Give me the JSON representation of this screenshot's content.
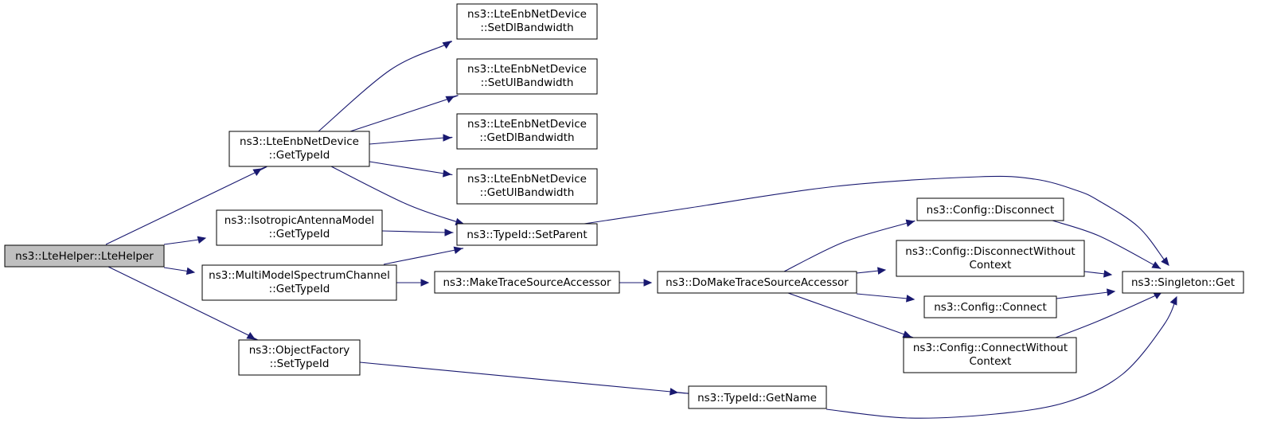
{
  "colors": {
    "edge": "#191970",
    "root_fill": "#bfbfbf",
    "node_fill": "#ffffff",
    "node_border": "#000000"
  },
  "nodes": {
    "lte_helper": {
      "lines": [
        "ns3::LteHelper::LteHelper"
      ]
    },
    "enb_get_typeid": {
      "lines": [
        "ns3::LteEnbNetDevice",
        "::GetTypeId"
      ]
    },
    "isotropic_get_typeid": {
      "lines": [
        "ns3::IsotropicAntennaModel",
        "::GetTypeId"
      ]
    },
    "multimodel_get_typeid": {
      "lines": [
        "ns3::MultiModelSpectrumChannel",
        "::GetTypeId"
      ]
    },
    "object_factory_set_typeid": {
      "lines": [
        "ns3::ObjectFactory",
        "::SetTypeId"
      ]
    },
    "set_dl_bandwidth": {
      "lines": [
        "ns3::LteEnbNetDevice",
        "::SetDlBandwidth"
      ]
    },
    "set_ul_bandwidth": {
      "lines": [
        "ns3::LteEnbNetDevice",
        "::SetUlBandwidth"
      ]
    },
    "get_dl_bandwidth": {
      "lines": [
        "ns3::LteEnbNetDevice",
        "::GetDlBandwidth"
      ]
    },
    "get_ul_bandwidth": {
      "lines": [
        "ns3::LteEnbNetDevice",
        "::GetUlBandwidth"
      ]
    },
    "typeid_set_parent": {
      "lines": [
        "ns3::TypeId::SetParent"
      ]
    },
    "make_trace_source_accessor": {
      "lines": [
        "ns3::MakeTraceSourceAccessor"
      ]
    },
    "do_make_trace_source_accessor": {
      "lines": [
        "ns3::DoMakeTraceSourceAccessor"
      ]
    },
    "typeid_get_name": {
      "lines": [
        "ns3::TypeId::GetName"
      ]
    },
    "config_disconnect": {
      "lines": [
        "ns3::Config::Disconnect"
      ]
    },
    "config_disconnect_without_context": {
      "lines": [
        "ns3::Config::DisconnectWithout",
        "Context"
      ]
    },
    "config_connect": {
      "lines": [
        "ns3::Config::Connect"
      ]
    },
    "config_connect_without_context": {
      "lines": [
        "ns3::Config::ConnectWithout",
        "Context"
      ]
    },
    "singleton_get": {
      "lines": [
        "ns3::Singleton::Get"
      ]
    }
  },
  "edges": [
    {
      "from": "lte_helper",
      "to": "enb_get_typeid"
    },
    {
      "from": "lte_helper",
      "to": "isotropic_get_typeid"
    },
    {
      "from": "lte_helper",
      "to": "multimodel_get_typeid"
    },
    {
      "from": "lte_helper",
      "to": "object_factory_set_typeid"
    },
    {
      "from": "enb_get_typeid",
      "to": "set_dl_bandwidth"
    },
    {
      "from": "enb_get_typeid",
      "to": "set_ul_bandwidth"
    },
    {
      "from": "enb_get_typeid",
      "to": "get_dl_bandwidth"
    },
    {
      "from": "enb_get_typeid",
      "to": "get_ul_bandwidth"
    },
    {
      "from": "enb_get_typeid",
      "to": "typeid_set_parent"
    },
    {
      "from": "isotropic_get_typeid",
      "to": "typeid_set_parent"
    },
    {
      "from": "multimodel_get_typeid",
      "to": "typeid_set_parent"
    },
    {
      "from": "multimodel_get_typeid",
      "to": "make_trace_source_accessor"
    },
    {
      "from": "make_trace_source_accessor",
      "to": "do_make_trace_source_accessor"
    },
    {
      "from": "do_make_trace_source_accessor",
      "to": "config_disconnect"
    },
    {
      "from": "do_make_trace_source_accessor",
      "to": "config_disconnect_without_context"
    },
    {
      "from": "do_make_trace_source_accessor",
      "to": "config_connect"
    },
    {
      "from": "do_make_trace_source_accessor",
      "to": "config_connect_without_context"
    },
    {
      "from": "typeid_set_parent",
      "to": "singleton_get"
    },
    {
      "from": "config_disconnect",
      "to": "singleton_get"
    },
    {
      "from": "config_disconnect_without_context",
      "to": "singleton_get"
    },
    {
      "from": "config_connect",
      "to": "singleton_get"
    },
    {
      "from": "config_connect_without_context",
      "to": "singleton_get"
    },
    {
      "from": "object_factory_set_typeid",
      "to": "typeid_get_name"
    },
    {
      "from": "typeid_get_name",
      "to": "singleton_get"
    }
  ]
}
